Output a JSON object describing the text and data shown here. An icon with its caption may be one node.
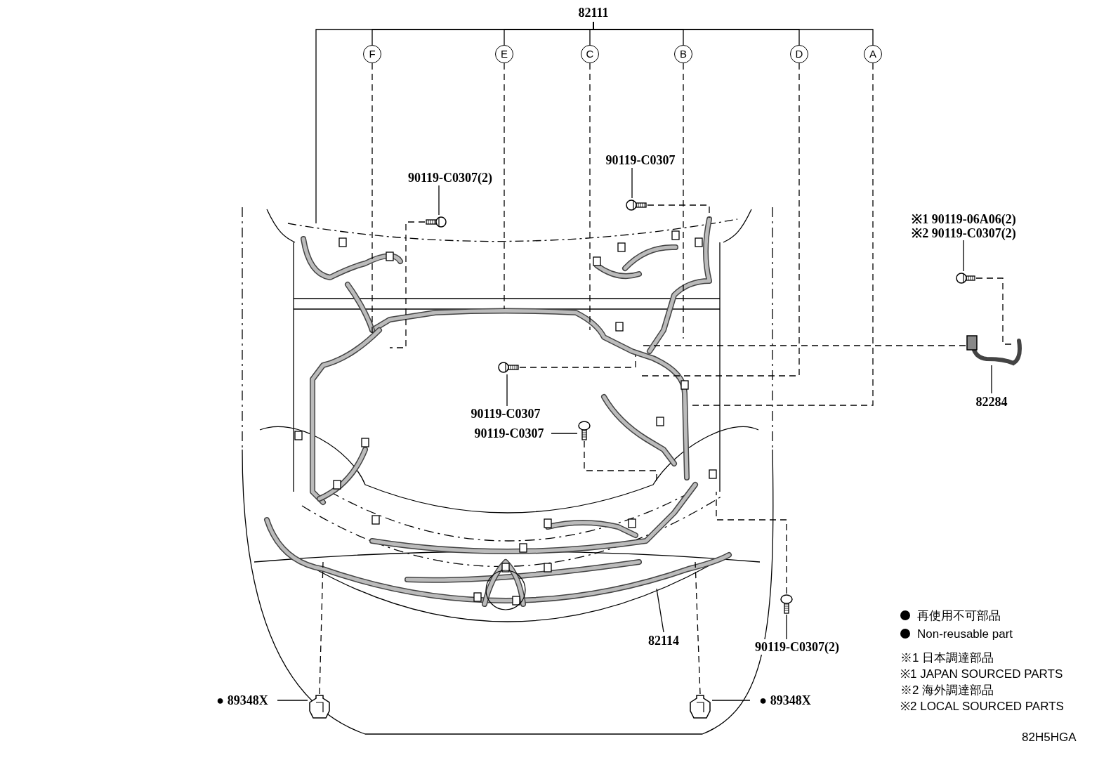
{
  "diagram": {
    "nodes": [
      {
        "text": [
          "82111"
        ]
      },
      {
        "text": [
          "F"
        ]
      },
      {
        "text": [
          "E"
        ]
      },
      {
        "text": [
          "C"
        ]
      },
      {
        "text": [
          "B"
        ]
      },
      {
        "text": [
          "D"
        ]
      },
      {
        "text": [
          "A"
        ]
      },
      {
        "text": [
          "90119-C0307(2)"
        ]
      },
      {
        "text": [
          "90119-C0307"
        ]
      },
      {
        "text": [
          "※1 90119-06A06(2)",
          "※2 90119-C0307(2)"
        ]
      },
      {
        "text": [
          "82284"
        ]
      },
      {
        "text": [
          "90119-C0307"
        ]
      },
      {
        "text": [
          "90119-C0307"
        ]
      },
      {
        "text": [
          "82114"
        ]
      },
      {
        "text": [
          "90119-C0307(2)"
        ]
      },
      {
        "text": [
          "● 89348X"
        ]
      },
      {
        "text": [
          "● 89348X"
        ]
      },
      {
        "text": [],
        "shape": "bolt"
      },
      {
        "text": [],
        "shape": "bolt"
      },
      {
        "text": [],
        "shape": "bolt"
      },
      {
        "text": [],
        "shape": "bolt"
      },
      {
        "text": [],
        "shape": "bolt"
      },
      {
        "text": [],
        "shape": "bolt"
      },
      {
        "text": [],
        "shape": "clip"
      },
      {
        "text": [],
        "shape": "clip"
      },
      {
        "text": [],
        "shape": "picture"
      }
    ],
    "edges": [
      {
        "from": 0,
        "to": 1,
        "arrow": "none"
      },
      {
        "from": 0,
        "to": 2,
        "arrow": "none"
      },
      {
        "from": 0,
        "to": 3,
        "arrow": "none"
      },
      {
        "from": 0,
        "to": 4,
        "arrow": "none"
      },
      {
        "from": 0,
        "to": 5,
        "arrow": "none"
      },
      {
        "from": 0,
        "to": 6,
        "arrow": "none"
      },
      {
        "from": 0,
        "to": null,
        "arrow": "none"
      },
      {
        "from": 1,
        "to": null,
        "arrow": "none",
        "style": "dashed"
      },
      {
        "from": 2,
        "to": null,
        "arrow": "none",
        "style": "dashed"
      },
      {
        "from": 3,
        "to": null,
        "arrow": "none",
        "style": "dashed"
      },
      {
        "from": 4,
        "to": null,
        "arrow": "none",
        "style": "dashed"
      },
      {
        "from": 5,
        "to": null,
        "arrow": "none",
        "style": "dashed"
      },
      {
        "from": 6,
        "to": null,
        "arrow": "none",
        "style": "dashed"
      },
      {
        "from": 7,
        "to": 17,
        "arrow": "none"
      },
      {
        "from": 17,
        "to": null,
        "arrow": "none",
        "style": "dashed"
      },
      {
        "from": 8,
        "to": 18,
        "arrow": "none"
      },
      {
        "from": 18,
        "to": null,
        "arrow": "none",
        "style": "dashed"
      },
      {
        "from": 9,
        "to": 19,
        "arrow": "none"
      },
      {
        "from": 19,
        "to": 25,
        "arrow": "none",
        "style": "dashed"
      },
      {
        "from": 10,
        "to": 25,
        "arrow": "none"
      },
      {
        "from": 25,
        "to": null,
        "arrow": "none",
        "style": "dashed"
      },
      {
        "from": 11,
        "to": 20,
        "arrow": "none"
      },
      {
        "from": 20,
        "to": null,
        "arrow": "none",
        "style": "dashed"
      },
      {
        "from": 12,
        "to": 21,
        "arrow": "none"
      },
      {
        "from": 21,
        "to": null,
        "arrow": "none",
        "style": "dashed"
      },
      {
        "from": 13,
        "to": null,
        "arrow": "none"
      },
      {
        "from": 14,
        "to": 22,
        "arrow": "none"
      },
      {
        "from": 22,
        "to": null,
        "arrow": "none",
        "style": "dashed"
      },
      {
        "from": 15,
        "to": 23,
        "arrow": "none"
      },
      {
        "from": 23,
        "to": null,
        "arrow": "none",
        "style": "dashed"
      },
      {
        "from": 16,
        "to": 24,
        "arrow": "none"
      },
      {
        "from": 24,
        "to": null,
        "arrow": "none",
        "style": "dashed"
      }
    ],
    "labels": [
      "※1 日本調達部品",
      "※1 JAPAN SOURCED PARTS",
      "※2 海外調達部品",
      "※2 LOCAL SOURCED PARTS",
      "82H5HGA"
    ],
    "legend": [
      {
        "text": "再使用不可部品"
      },
      {
        "text": "Non-reusable part"
      }
    ]
  }
}
